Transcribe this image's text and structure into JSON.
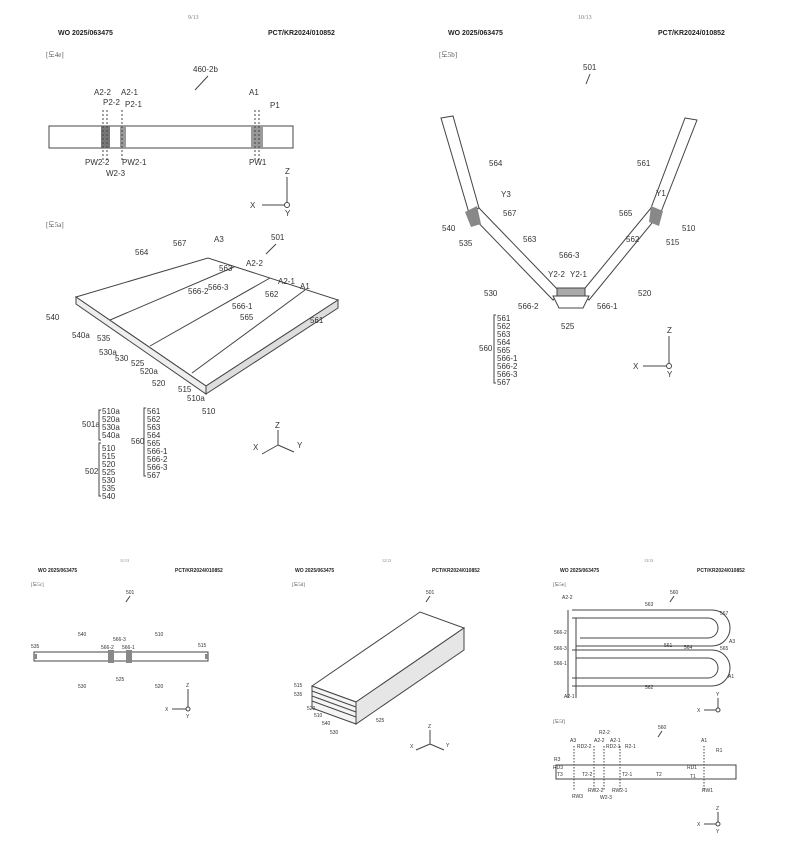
{
  "sheets": [
    {
      "page": "9/13",
      "header_left": "WO 2025/063475",
      "header_right": "PCT/KR2024/010852",
      "figures": [
        {
          "id": "[도4e]",
          "ref": "460-2b",
          "labels": [
            "A2-2",
            "A2-1",
            "P2-2",
            "P2-1",
            "A1",
            "P1",
            "PW2-2",
            "PW2-1",
            "W2-3",
            "PW1"
          ],
          "axes": [
            "Z",
            "X",
            "Y"
          ]
        },
        {
          "id": "[도5a]",
          "ref": "501",
          "labels": [
            "564",
            "567",
            "A3",
            "563",
            "A2-2",
            "A2-1",
            "A1",
            "562",
            "566-2",
            "566-3",
            "566-1",
            "565",
            "561",
            "540",
            "540a",
            "535",
            "530a",
            "530",
            "525",
            "520a",
            "520",
            "515",
            "510a",
            "510"
          ],
          "legend_501a": {
            "name": "501a",
            "items": [
              "510a",
              "520a",
              "530a",
              "540a"
            ]
          },
          "legend_502": {
            "name": "502",
            "items": [
              "510",
              "515",
              "520",
              "525",
              "530",
              "535",
              "540"
            ]
          },
          "legend_560": {
            "name": "560",
            "items": [
              "561",
              "562",
              "563",
              "564",
              "565",
              "566-1",
              "566-2",
              "566-3",
              "567"
            ]
          },
          "axes": [
            "Z",
            "X",
            "Y"
          ]
        }
      ]
    },
    {
      "page": "10/13",
      "header_left": "WO 2025/063475",
      "header_right": "PCT/KR2024/010852",
      "figures": [
        {
          "id": "[도5b]",
          "ref": "501",
          "labels": [
            "564",
            "561",
            "Y3",
            "567",
            "Y1",
            "565",
            "540",
            "535",
            "510",
            "515",
            "563",
            "562",
            "566-3",
            "Y2-2",
            "Y2-1",
            "530",
            "520",
            "566-2",
            "566-1",
            "525"
          ],
          "legend_560": {
            "name": "560",
            "items": [
              "561",
              "562",
              "563",
              "564",
              "565",
              "566-1",
              "566-2",
              "566-3",
              "567"
            ]
          },
          "axes": [
            "Z",
            "X",
            "Y"
          ]
        }
      ]
    },
    {
      "page": "11/13",
      "header_left": "WO 2025/063475",
      "header_right": "PCT/KR2024/010852",
      "figures": [
        {
          "id": "[도5c]",
          "ref": "501",
          "labels": [
            "535",
            "540",
            "566-3",
            "566-2",
            "566-1",
            "510",
            "515",
            "530",
            "525",
            "520"
          ],
          "axes": [
            "Z",
            "X",
            "Y"
          ]
        }
      ]
    },
    {
      "page": "12/13",
      "header_left": "WO 2025/063475",
      "header_right": "PCT/KR2024/010852",
      "figures": [
        {
          "id": "[도5d]",
          "ref": "501",
          "labels": [
            "515",
            "535",
            "520",
            "510",
            "540",
            "530",
            "525"
          ],
          "axes": [
            "Z",
            "X",
            "Y"
          ]
        }
      ]
    },
    {
      "page": "13/13",
      "header_left": "WO 2025/063475",
      "header_right": "PCT/KR2024/010852",
      "figures": [
        {
          "id": "[도5e]",
          "ref": "560",
          "labels": [
            "A2-2",
            "563",
            "567",
            "566-2",
            "A3",
            "566-3",
            "561",
            "564",
            "565",
            "566-1",
            "A1",
            "562",
            "A2-1"
          ],
          "axes": [
            "Y",
            "X"
          ]
        },
        {
          "id": "[도5f]",
          "ref": "560",
          "labels": [
            "R2-2",
            "A3",
            "RD2-2",
            "A2-2",
            "RD2-1",
            "A2-1",
            "R2-1",
            "A1",
            "R1",
            "R3",
            "RD3",
            "T3",
            "T2-2",
            "T2-1",
            "T2",
            "RD1",
            "T1",
            "RW3",
            "RW2-2",
            "RW2-1",
            "W2-3",
            "RW1"
          ],
          "axes": [
            "Z",
            "X",
            "Y"
          ]
        }
      ]
    }
  ]
}
